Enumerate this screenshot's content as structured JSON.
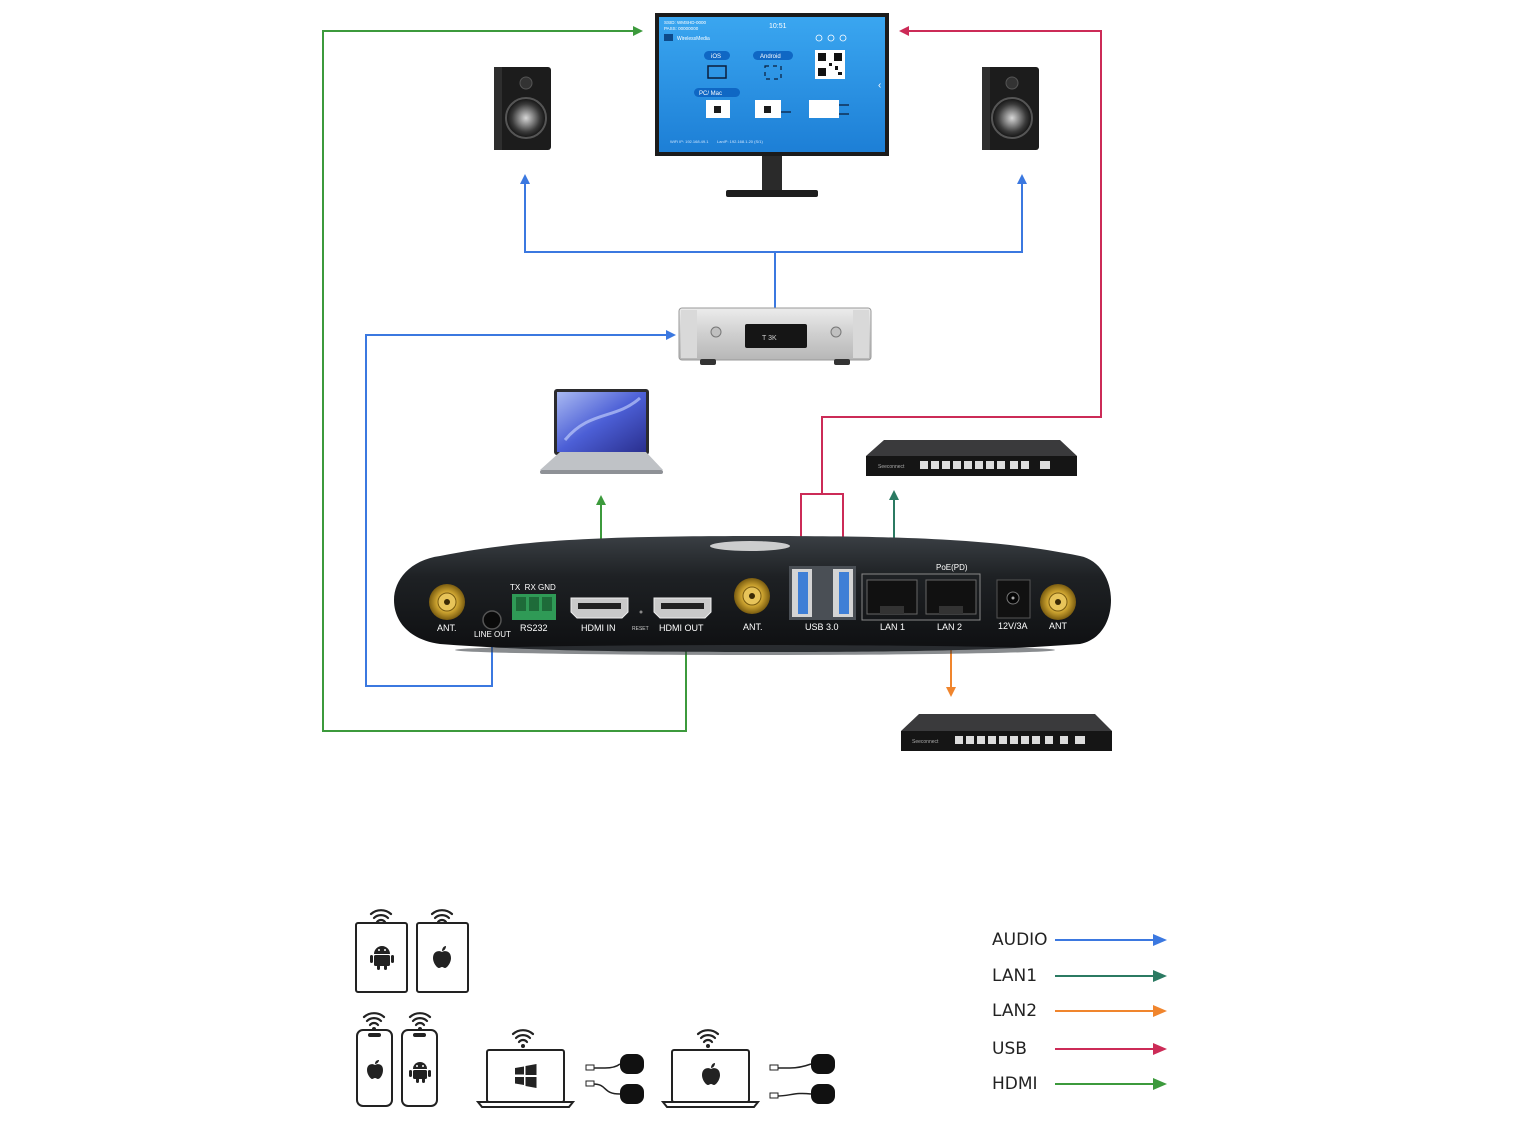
{
  "monitor": {
    "clock": "10:51",
    "ssid_line1": "SSID: WMSHD-0000",
    "ssid_line2": "PASS: 00000000",
    "brand": "WirelessMedia",
    "ios_label": "iOS",
    "android_label": "Android",
    "pcmac_label": "PC/ Mac",
    "footer_left": "WiFi IP: 192.168.49.1",
    "footer_right": "LanIP: 192.168.1.20 (S/1)"
  },
  "device_ports": {
    "ant_left": "ANT.",
    "line_out": "LINE OUT",
    "rs232_pins": "TX  RX GND",
    "rs232": "RS232",
    "hdmi_in": "HDMI IN",
    "reset": "RESET",
    "hdmi_out": "HDMI OUT",
    "ant_mid": "ANT.",
    "usb": "USB 3.0",
    "poe": "PoE(PD)",
    "lan1": "LAN 1",
    "lan2": "LAN 2",
    "power": "12V/3A",
    "ant_right": "ANT"
  },
  "switch_brand": "Seeconnect",
  "legend": [
    {
      "label": "AUDIO",
      "color": "#3b78e0"
    },
    {
      "label": "LAN1",
      "color": "#2b7a62"
    },
    {
      "label": "LAN2",
      "color": "#f0852d"
    },
    {
      "label": "USB",
      "color": "#cc2b57"
    },
    {
      "label": "HDMI",
      "color": "#3c9a3c"
    }
  ],
  "colors": {
    "audio": "#3b78e0",
    "lan1": "#2b7a62",
    "lan2": "#f0852d",
    "usb": "#cc2b57",
    "hdmi": "#3c9a3c"
  },
  "icons": [
    "android-icon",
    "apple-icon",
    "windows-icon",
    "wifi-icon",
    "dongle-icon"
  ]
}
